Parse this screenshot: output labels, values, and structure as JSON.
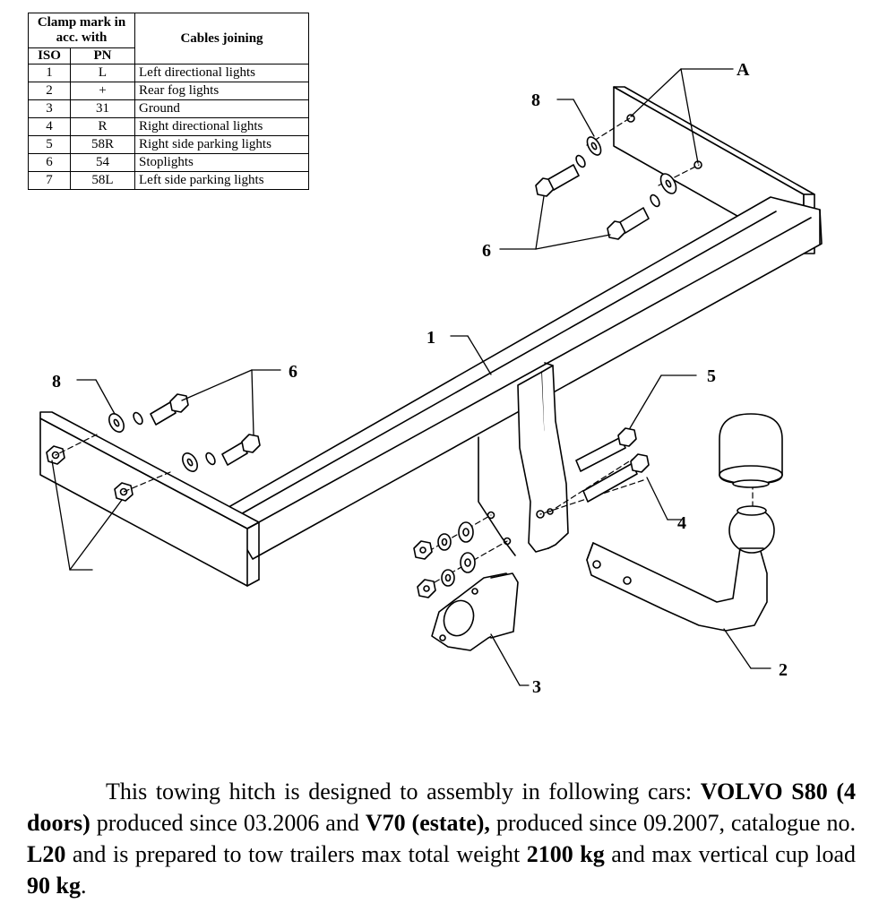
{
  "table": {
    "header_clamp": "Clamp mark in acc. with",
    "header_cables": "Cables joining",
    "col_iso": "ISO",
    "col_pn": "PN",
    "rows": [
      {
        "iso": "1",
        "pn": "L",
        "desc": "Left directional lights"
      },
      {
        "iso": "2",
        "pn": "+",
        "desc": "Rear fog lights"
      },
      {
        "iso": "3",
        "pn": "31",
        "desc": "Ground"
      },
      {
        "iso": "4",
        "pn": "R",
        "desc": "Right directional lights"
      },
      {
        "iso": "5",
        "pn": "58R",
        "desc": "Right side parking lights"
      },
      {
        "iso": "6",
        "pn": "54",
        "desc": "Stoplights"
      },
      {
        "iso": "7",
        "pn": "58L",
        "desc": "Left side parking lights"
      }
    ]
  },
  "callouts": {
    "a": "A",
    "n1": "1",
    "n2": "2",
    "n3": "3",
    "n4": "4",
    "n5": "5",
    "n6_top": "6",
    "n6_left": "6",
    "n8_top": "8",
    "n8_left": "8"
  },
  "description": {
    "p1": "This towing hitch is designed to assembly in following cars:",
    "car1": "VOLVO S80 (4 doors)",
    "p2": " produced since 03.2006 and ",
    "car2": "V70 (estate),",
    "p3": " produced since 09.2007, catalogue no. ",
    "catalogue": "L20",
    "p4": " and is prepared to tow trailers max total weight ",
    "weight": "2100 kg",
    "p5": " and max vertical cup load ",
    "load": "90 kg",
    "p6": "."
  }
}
